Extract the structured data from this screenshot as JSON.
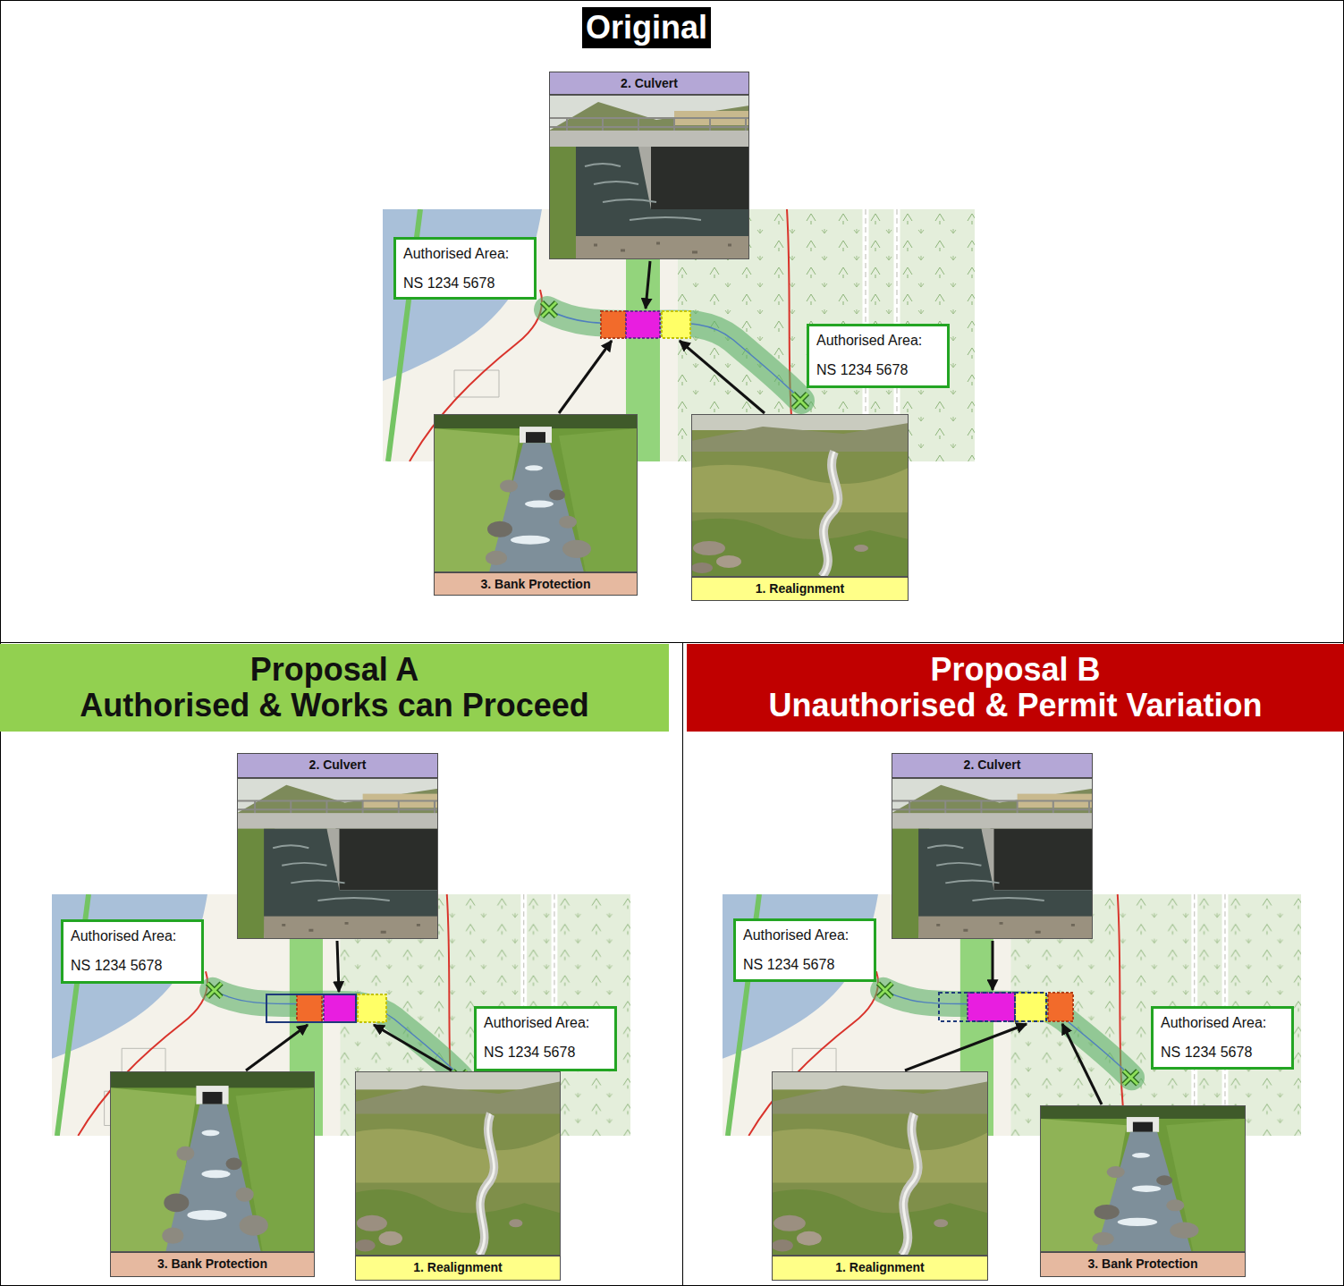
{
  "diagram": {
    "nodes": [
      {
        "text": [
          "Original"
        ]
      },
      {
        "text": [
          "2. Culvert"
        ],
        "in": 0
      },
      {
        "text": [
          "Authorised Area:",
          "NS 1234 5678"
        ],
        "in": 0
      },
      {
        "text": [
          "Authorised Area:",
          "NS 1234 5678"
        ],
        "in": 0
      },
      {
        "text": [
          "3. Bank Protection"
        ],
        "in": 0
      },
      {
        "text": [
          "1. Realignment"
        ],
        "in": 0
      },
      {
        "text": [
          "Proposal A",
          "Authorised & Works can Proceed"
        ]
      },
      {
        "text": [
          "2. Culvert"
        ],
        "in": 6
      },
      {
        "text": [
          "Authorised Area:",
          "NS 1234 5678"
        ],
        "in": 6
      },
      {
        "text": [
          "Authorised Area:",
          "NS 1234 5678"
        ],
        "in": 6
      },
      {
        "text": [
          "3. Bank Protection"
        ],
        "in": 6
      },
      {
        "text": [
          "1. Realignment"
        ],
        "in": 6
      },
      {
        "text": [
          "Proposal B",
          "Unauthorised & Permit Variation"
        ]
      },
      {
        "text": [
          "2. Culvert"
        ],
        "in": 12
      },
      {
        "text": [
          "Authorised Area:",
          "NS 1234 5678"
        ],
        "in": 12
      },
      {
        "text": [
          "Authorised Area:",
          "NS 1234 5678"
        ],
        "in": 12
      },
      {
        "text": [
          "1. Realignment"
        ],
        "in": 12
      },
      {
        "text": [
          "3. Bank Protection"
        ],
        "in": 12
      }
    ]
  }
}
